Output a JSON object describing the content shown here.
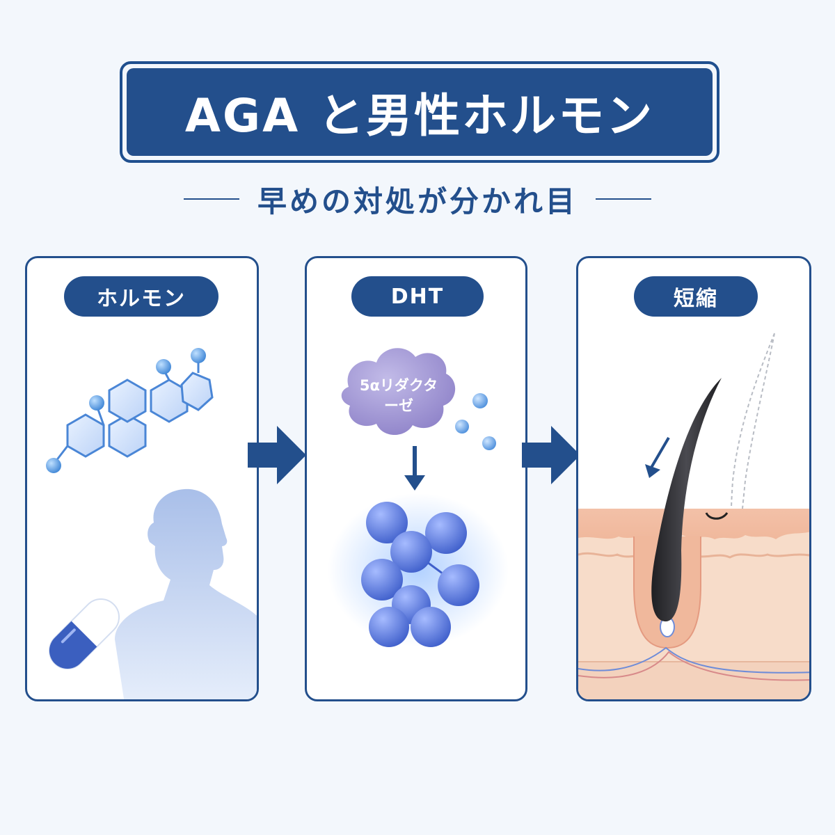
{
  "title": "AGA と男性ホルモン",
  "subtitle": "早めの対処が分かれ目",
  "panels": [
    {
      "label": "ホルモン"
    },
    {
      "label": "DHT",
      "enzyme_line1": "5αリダクタ",
      "enzyme_line2": "ーゼ"
    },
    {
      "label": "短縮"
    }
  ],
  "colors": {
    "navy": "#234f8c",
    "background": "#f3f7fc",
    "molecule_blue": "#5a7fe0",
    "enzyme_purple": "#9a8fd0",
    "skin": "#f6d7c2",
    "hair": "#2c2c30"
  },
  "icons": [
    "steroid-molecule-icon",
    "man-silhouette-icon",
    "capsule-icon",
    "enzyme-cloud-icon",
    "dht-cluster-icon",
    "hair-follicle-icon"
  ]
}
